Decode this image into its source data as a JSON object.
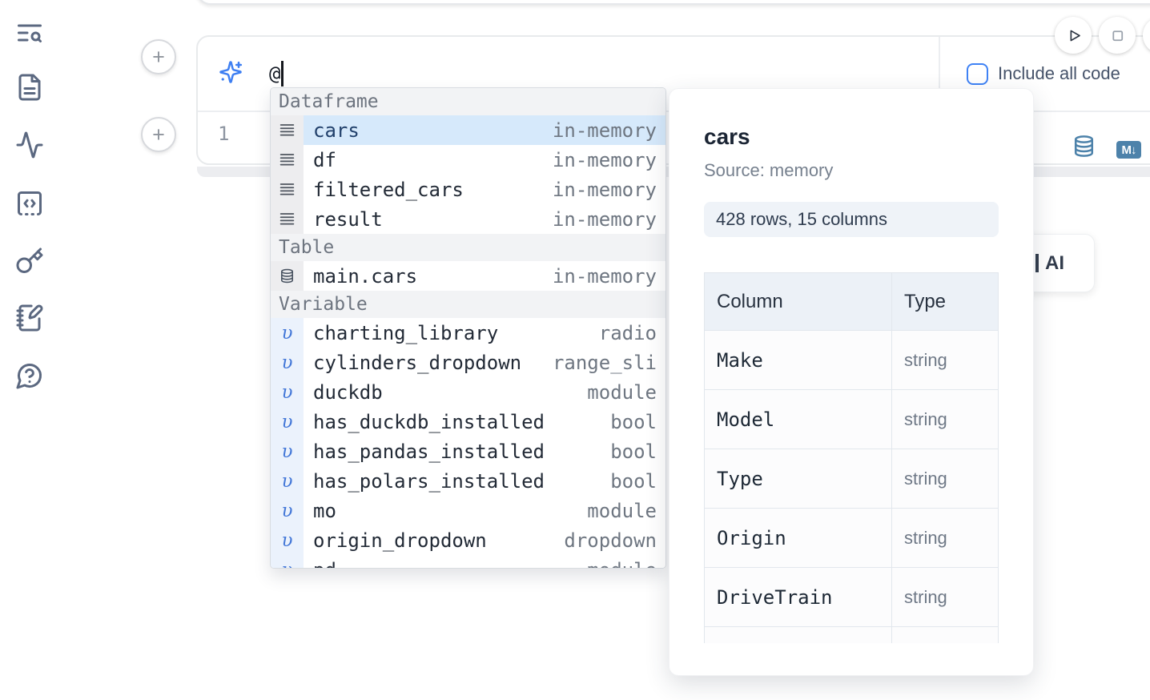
{
  "colors": {
    "accent_blue": "#3f82f5",
    "steel_blue": "#4d82aa",
    "selection_bg": "#d6e9fb",
    "sidebar_icon": "#5b6880"
  },
  "sidebar": {
    "icons": [
      "text-search",
      "file-text",
      "activity",
      "code-square-dashed",
      "key",
      "notebook-pen",
      "help-circle"
    ]
  },
  "prompt": {
    "value": "@",
    "include_all_code_label": "Include all code",
    "checkbox_checked": false
  },
  "editor": {
    "line_number": "1",
    "markdown_badge": "M↓"
  },
  "autocomplete": {
    "sections": [
      {
        "label": "Dataframe",
        "items": [
          {
            "type": "dataframe",
            "name": "cars",
            "detail": "in-memory",
            "selected": true
          },
          {
            "type": "dataframe",
            "name": "df",
            "detail": "in-memory",
            "selected": false
          },
          {
            "type": "dataframe",
            "name": "filtered_cars",
            "detail": "in-memory",
            "selected": false
          },
          {
            "type": "dataframe",
            "name": "result",
            "detail": "in-memory",
            "selected": false
          }
        ]
      },
      {
        "label": "Table",
        "items": [
          {
            "type": "table",
            "name": "main.cars",
            "detail": "in-memory",
            "selected": false
          }
        ]
      },
      {
        "label": "Variable",
        "items": [
          {
            "type": "variable",
            "name": "charting_library",
            "detail": "radio",
            "selected": false
          },
          {
            "type": "variable",
            "name": "cylinders_dropdown",
            "detail": "range_sli",
            "selected": false
          },
          {
            "type": "variable",
            "name": "duckdb",
            "detail": "module",
            "selected": false
          },
          {
            "type": "variable",
            "name": "has_duckdb_installed",
            "detail": "bool",
            "selected": false
          },
          {
            "type": "variable",
            "name": "has_pandas_installed",
            "detail": "bool",
            "selected": false
          },
          {
            "type": "variable",
            "name": "has_polars_installed",
            "detail": "bool",
            "selected": false
          },
          {
            "type": "variable",
            "name": "mo",
            "detail": "module",
            "selected": false
          },
          {
            "type": "variable",
            "name": "origin_dropdown",
            "detail": "dropdown",
            "selected": false
          },
          {
            "type": "variable",
            "name": "pd",
            "detail": "module",
            "selected": false
          }
        ]
      }
    ]
  },
  "preview": {
    "title": "cars",
    "source": "Source: memory",
    "shape": "428 rows, 15 columns",
    "table": {
      "headers": [
        "Column",
        "Type"
      ],
      "rows": [
        [
          "Make",
          "string"
        ],
        [
          "Model",
          "string"
        ],
        [
          "Type",
          "string"
        ],
        [
          "Origin",
          "string"
        ],
        [
          "DriveTrain",
          "string"
        ]
      ]
    }
  },
  "ai_button": {
    "label": "AI"
  }
}
